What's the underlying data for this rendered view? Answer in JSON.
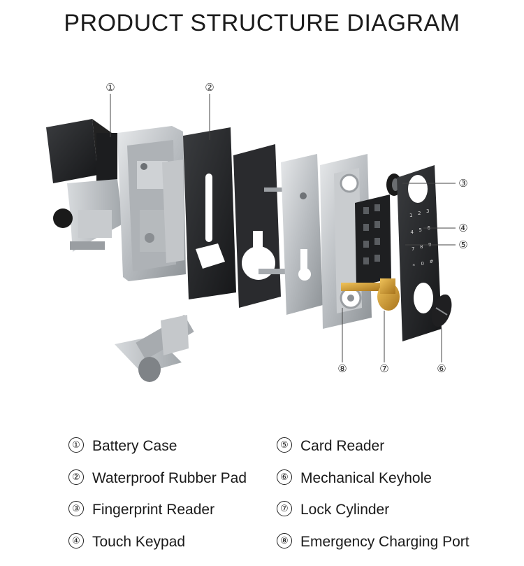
{
  "title": "PRODUCT STRUCTURE DIAGRAM",
  "callouts": [
    "①",
    "②",
    "③",
    "④",
    "⑤",
    "⑥",
    "⑦",
    "⑧"
  ],
  "legend": [
    {
      "num": "①",
      "label": "Battery Case"
    },
    {
      "num": "②",
      "label": "Waterproof Rubber Pad"
    },
    {
      "num": "③",
      "label": "Fingerprint Reader"
    },
    {
      "num": "④",
      "label": "Touch Keypad"
    },
    {
      "num": "⑤",
      "label": "Card Reader"
    },
    {
      "num": "⑥",
      "label": "Mechanical Keyhole"
    },
    {
      "num": "⑦",
      "label": "Lock Cylinder"
    },
    {
      "num": "⑧",
      "label": "Emergency Charging Port"
    }
  ],
  "keypad_keys": [
    "1",
    "2",
    "3",
    "4",
    "5",
    "6",
    "7",
    "8",
    "9",
    "*",
    "0",
    "#"
  ]
}
